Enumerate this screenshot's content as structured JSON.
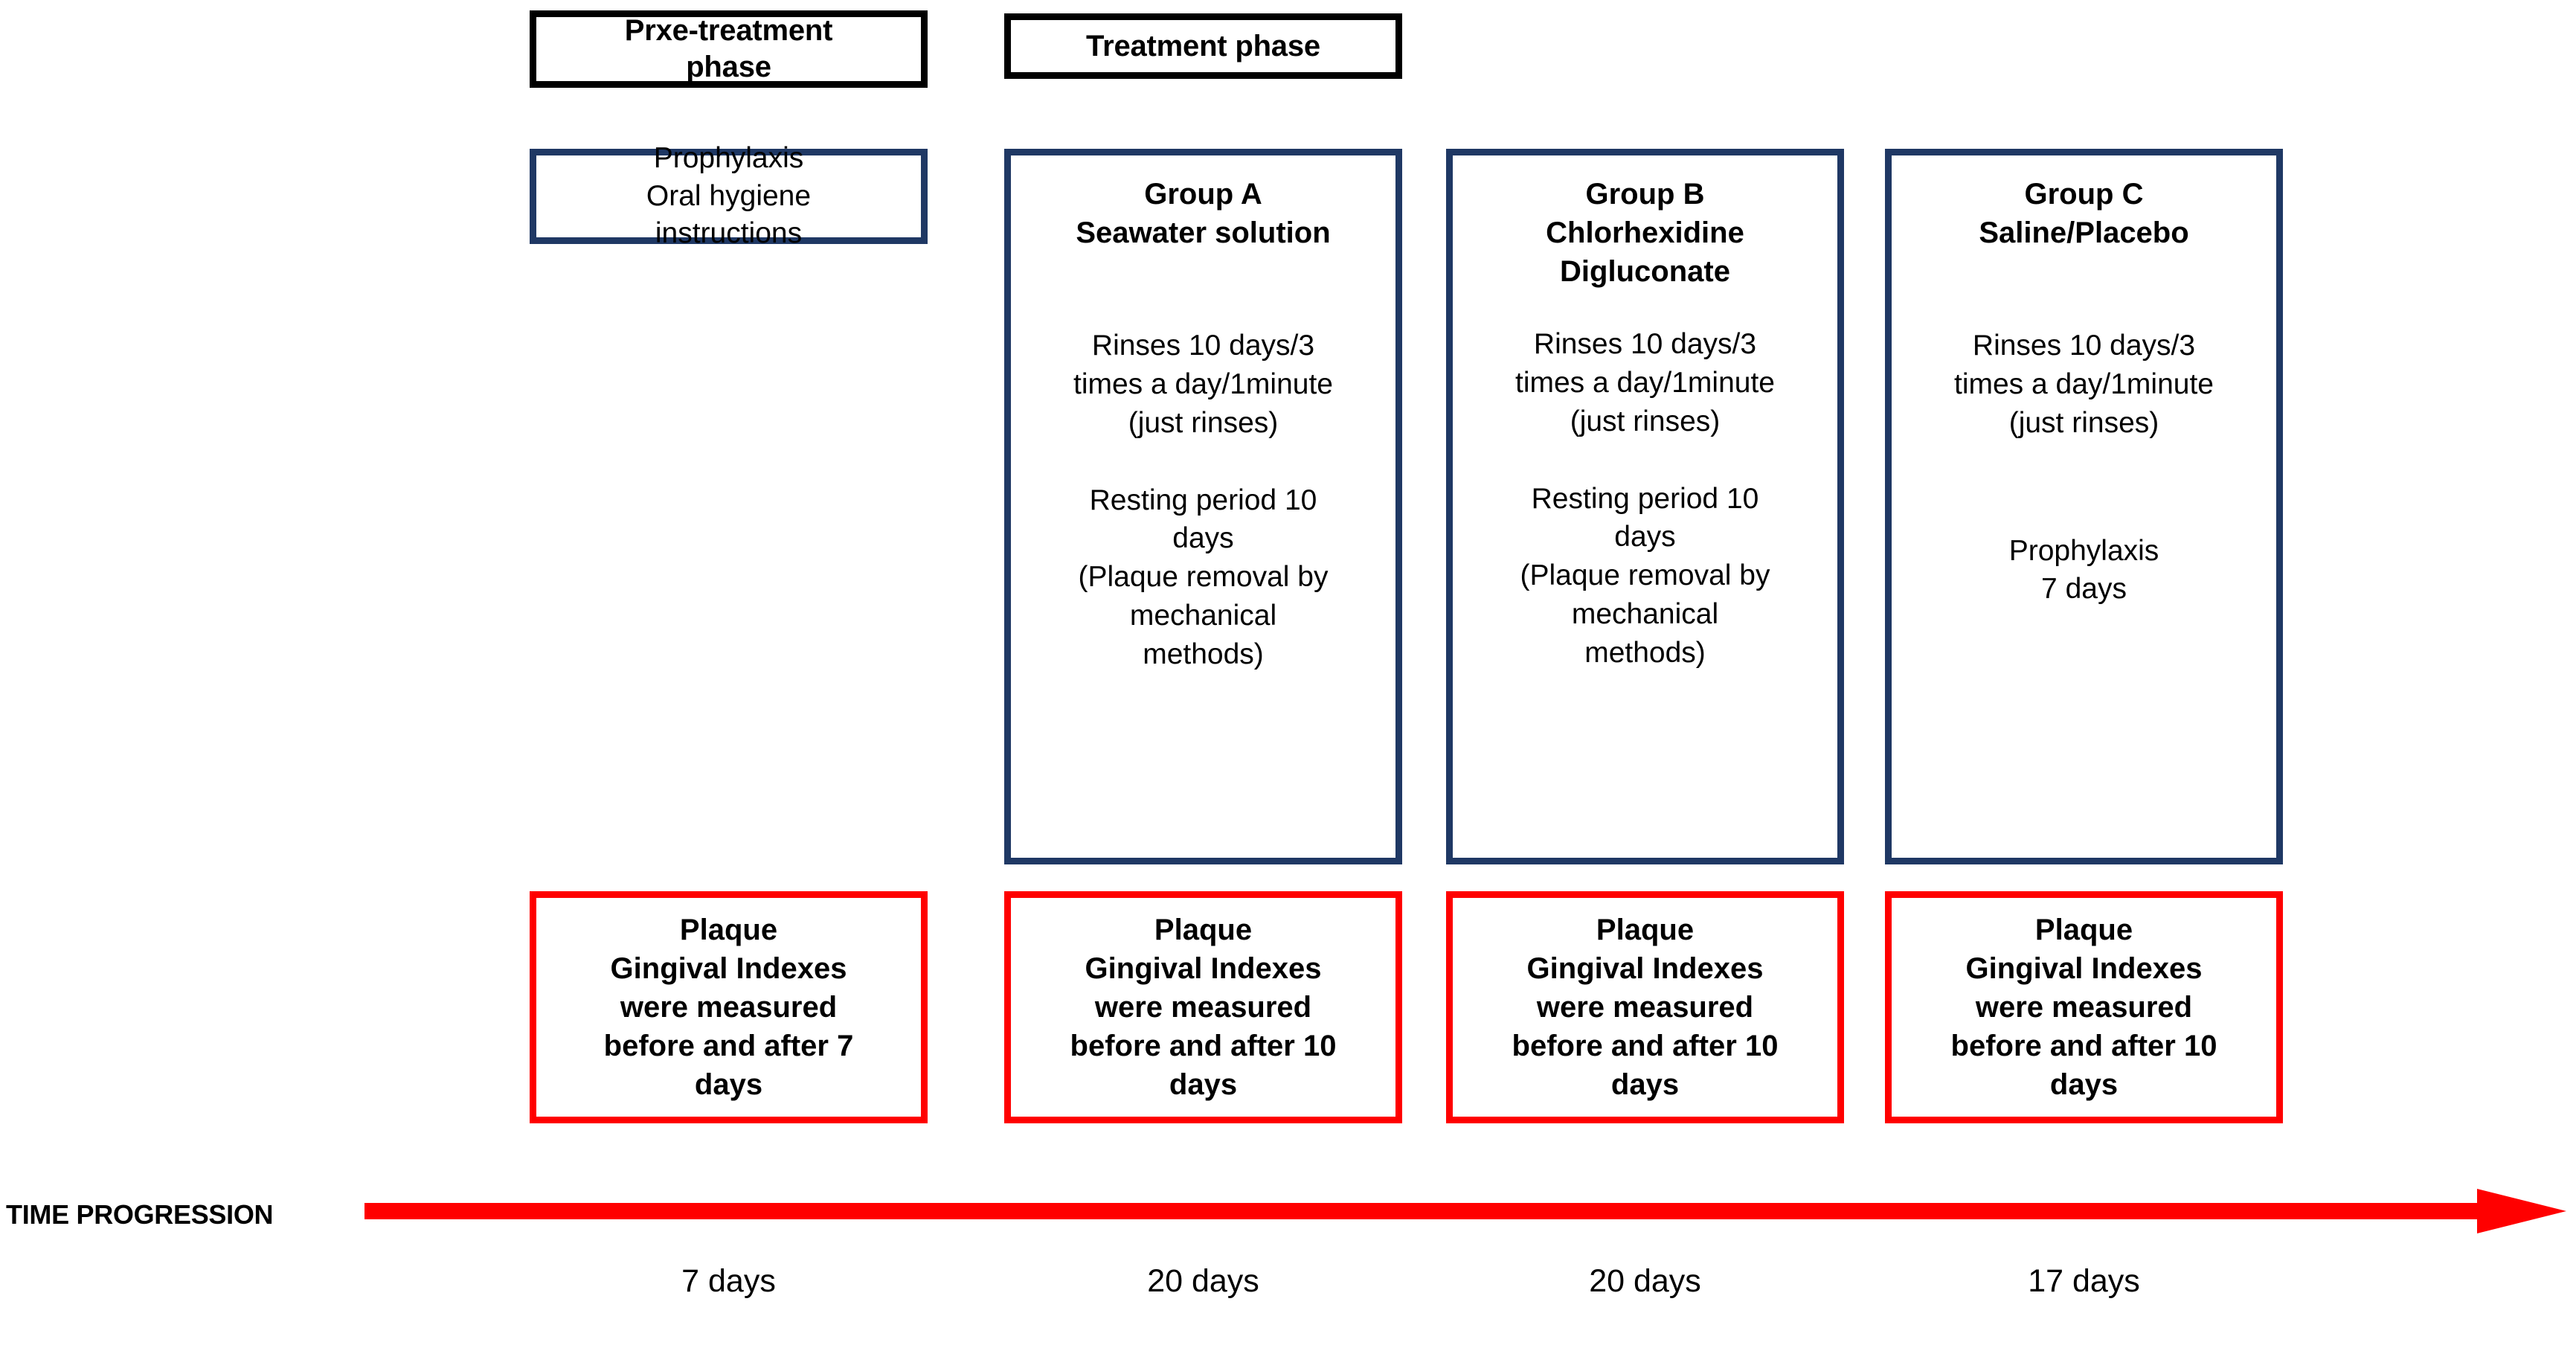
{
  "phases": {
    "pre_treatment_header": "Prxe-treatment\nphase",
    "treatment_header": "Treatment phase"
  },
  "pre_treatment": {
    "content": "Prophylaxis\nOral hygiene\ninstructions"
  },
  "groups": [
    {
      "title": "Group A\nSeawater solution",
      "block1": "Rinses 10 days/3\ntimes a day/1minute\n(just rinses)",
      "block2": "Resting period 10\ndays\n(Plaque removal by\nmechanical\nmethods)"
    },
    {
      "title": "Group B\nChlorhexidine\nDigluconate",
      "block1": "Rinses 10 days/3\ntimes a day/1minute\n(just rinses)",
      "block2": "Resting period 10\ndays\n(Plaque removal by\nmechanical\nmethods)"
    },
    {
      "title": "Group C\nSaline/Placebo",
      "block1": "Rinses 10 days/3\ntimes a day/1minute\n(just rinses)",
      "block2": "Prophylaxis\n7 days"
    }
  ],
  "measurements": [
    "Plaque\nGingival Indexes\nwere measured\nbefore and after 7\ndays",
    "Plaque\nGingival Indexes\nwere measured\nbefore and after 10\ndays",
    "Plaque\nGingival Indexes\nwere measured\nbefore and after 10\ndays",
    "Plaque\nGingival Indexes\nwere measured\nbefore and after 10\ndays"
  ],
  "timeline": {
    "label": "TIME PROGRESSION",
    "durations": [
      "7 days",
      "20 days",
      "20 days",
      "17 days"
    ]
  },
  "colors": {
    "navy": "#1F3864",
    "red": "#FF0000",
    "black": "#000000",
    "background": "#FFFFFF"
  }
}
